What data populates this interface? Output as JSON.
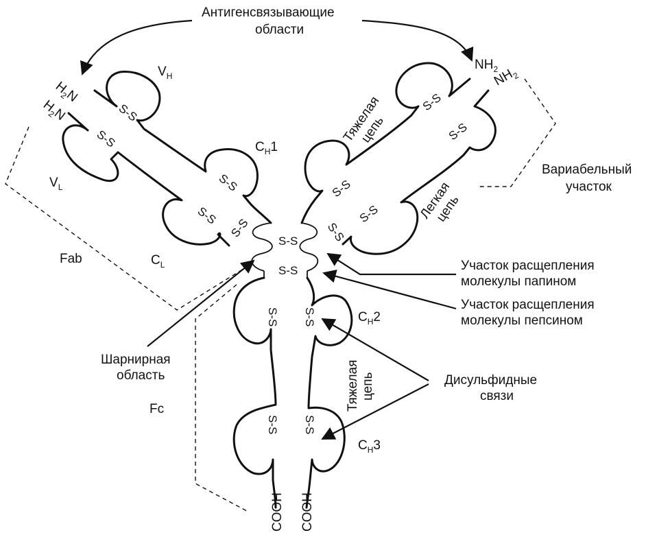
{
  "labels": {
    "antigen_line1": "Антигенсвязывающие",
    "antigen_line2": "области",
    "h2n": "H",
    "h2n_sub": "2",
    "h2n_tail": "N",
    "nh": "NH",
    "nh_sub": "2",
    "vh": "V",
    "vh_sub": "H",
    "vl": "V",
    "vl_sub": "L",
    "ch1": "C",
    "ch1_sub": "H",
    "ch1_tail": "1",
    "cl": "C",
    "cl_sub": "L",
    "ch2": "C",
    "ch2_sub": "H",
    "ch2_tail": "2",
    "ch3": "C",
    "ch3_sub": "H",
    "ch3_tail": "3",
    "fab": "Fab",
    "fc": "Fc",
    "heavy_line1": "Тяжелая",
    "heavy_line2": "цепь",
    "light_line1": "Легкая",
    "light_line2": "цепь",
    "variable_line1": "Вариабельный",
    "variable_line2": "участок",
    "papain_line1": "Участок расщепления",
    "papain_line2": "молекулы папином",
    "pepsin_line1": "Участок расщепления",
    "pepsin_line2": "молекулы пепсином",
    "hinge_line1": "Шарнирная",
    "hinge_line2": "область",
    "disulfide_line1": "Дисульфидные",
    "disulfide_line2": "связи",
    "ss": "S-S",
    "cooh": "COOH"
  }
}
